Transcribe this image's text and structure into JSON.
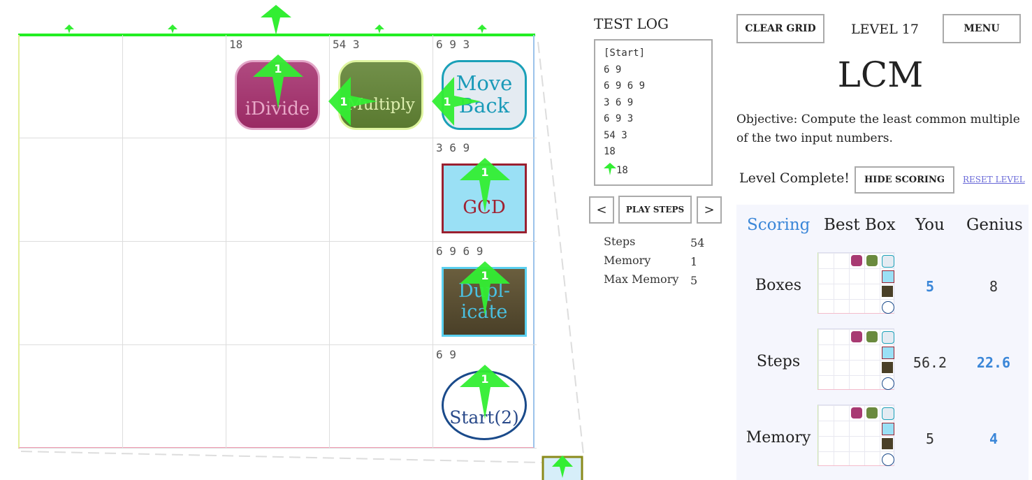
{
  "grid": {
    "cells": [
      {
        "row": 0,
        "col": 2,
        "memory": "18",
        "box": {
          "label": "iDivide",
          "type": "idivide"
        },
        "arrow": "up",
        "count": "1"
      },
      {
        "row": 0,
        "col": 3,
        "memory": "54 3",
        "box": {
          "label": "Multiply",
          "type": "multiply"
        },
        "arrow": "left",
        "count": "1"
      },
      {
        "row": 0,
        "col": 4,
        "memory": "6 9 3",
        "box": {
          "label": "Move Back",
          "type": "moveback"
        },
        "arrow": "left",
        "count": "1"
      },
      {
        "row": 1,
        "col": 4,
        "memory": "3 6 9",
        "box": {
          "label": "GCD",
          "type": "gcd"
        },
        "arrow": "up",
        "count": "1"
      },
      {
        "row": 2,
        "col": 4,
        "memory": "6 9 6 9",
        "box": {
          "label": "Dupl-icate",
          "type": "duplicate"
        },
        "arrow": "up",
        "count": "1"
      },
      {
        "row": 3,
        "col": 4,
        "memory": "6 9",
        "box": {
          "label": "Start(2)",
          "type": "start"
        },
        "arrow": "up",
        "count": "1"
      }
    ]
  },
  "test_log": {
    "title": "TEST LOG",
    "lines": [
      "[Start]",
      "6 9",
      "6 9 6 9",
      "3 6 9",
      "6 9 3",
      "54 3",
      "18"
    ],
    "output": "18"
  },
  "controls": {
    "prev": "<",
    "play": "PLAY STEPS",
    "next": ">"
  },
  "stats": {
    "steps_label": "Steps",
    "steps": "54",
    "memory_label": "Memory",
    "memory": "1",
    "max_memory_label": "Max Memory",
    "max_memory": "5"
  },
  "header": {
    "clear": "CLEAR GRID",
    "level": "LEVEL 17",
    "menu": "MENU",
    "title": "LCM",
    "objective": "Objective: Compute the least common multiple of the two input numbers.",
    "complete": "Level Complete!",
    "hide_scoring": "HIDE SCORING",
    "reset": "RESET LEVEL"
  },
  "scoring": {
    "title": "Scoring",
    "col_best": "Best Box",
    "col_you": "You",
    "col_genius": "Genius",
    "rows": [
      {
        "label": "Boxes",
        "you": "5",
        "genius": "8"
      },
      {
        "label": "Steps",
        "you": "56.2",
        "genius": "22.6"
      },
      {
        "label": "Memory",
        "you": "5",
        "genius": "4"
      }
    ]
  },
  "colors": {
    "accent": "#3a86d8",
    "arrow": "#33ee33"
  }
}
